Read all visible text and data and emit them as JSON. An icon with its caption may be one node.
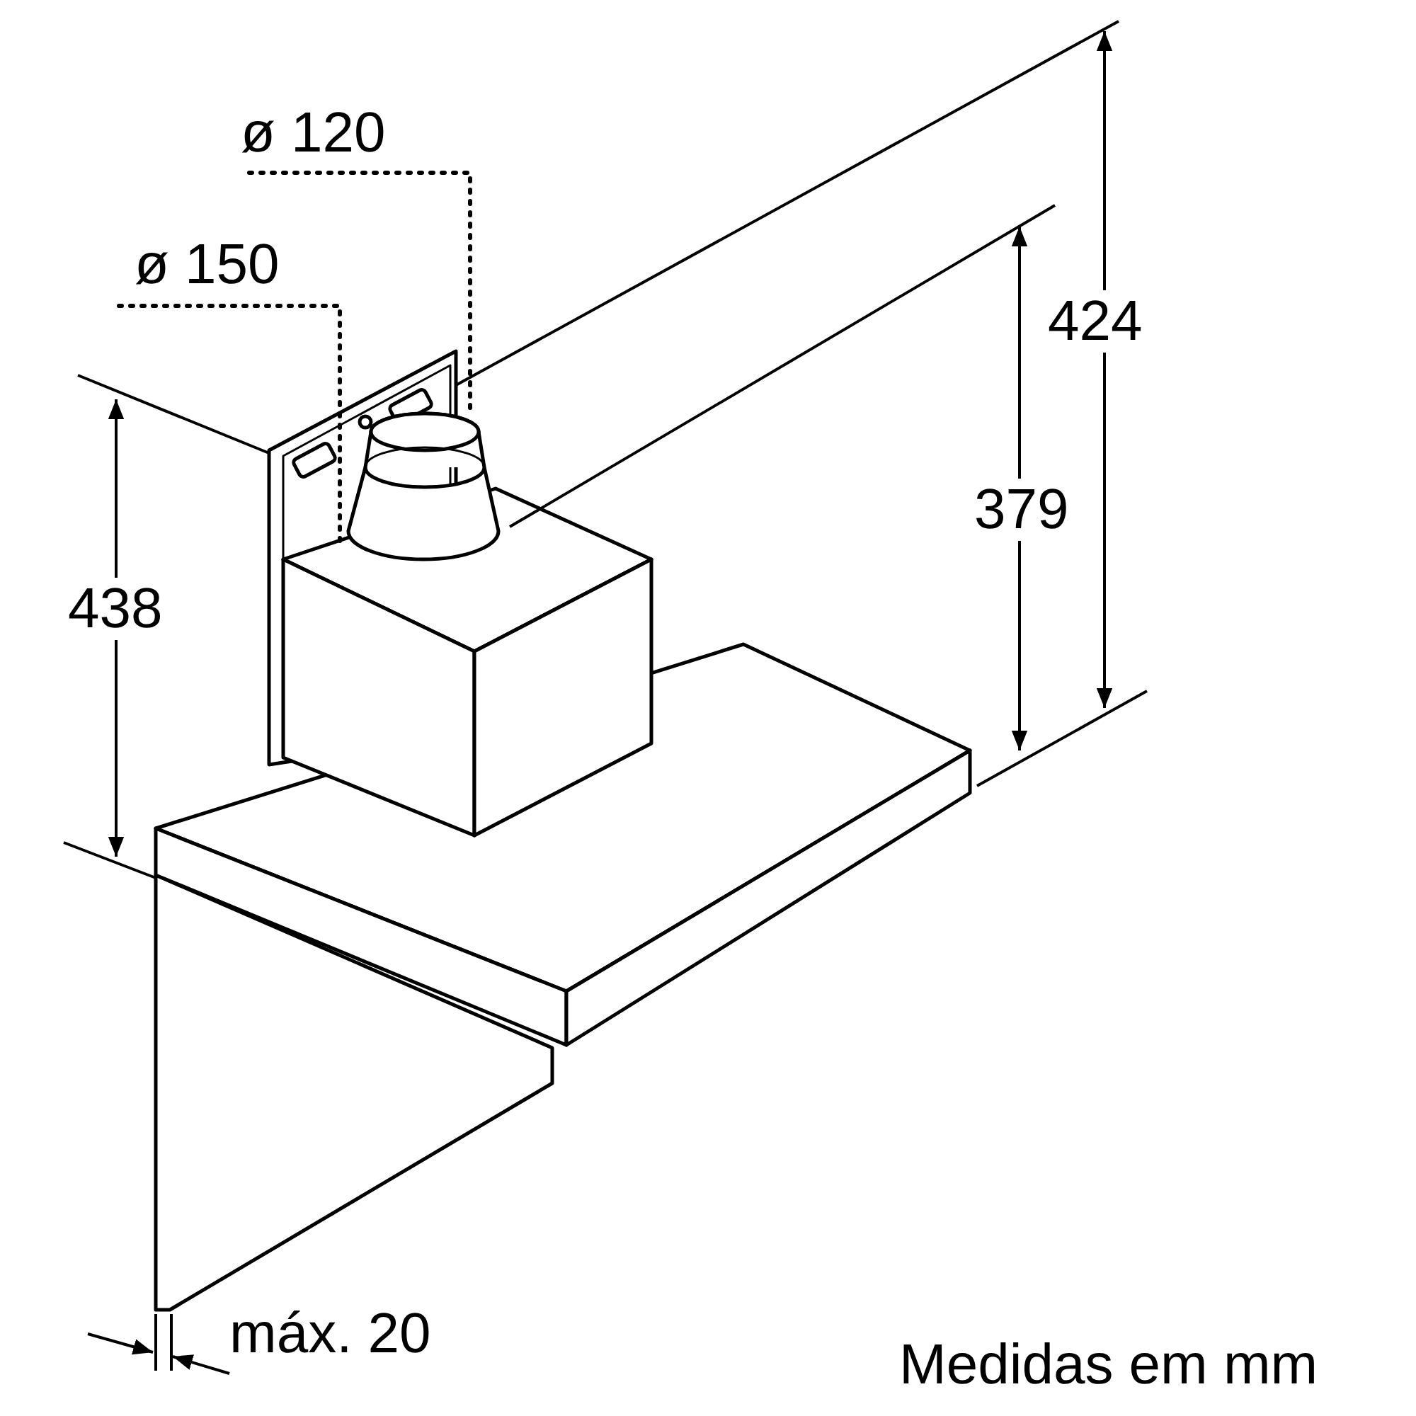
{
  "diagram": {
    "labels": [
      "ø 120",
      "ø 150",
      "424",
      "379",
      "438",
      "máx. 20",
      "Medidas em mm"
    ]
  }
}
